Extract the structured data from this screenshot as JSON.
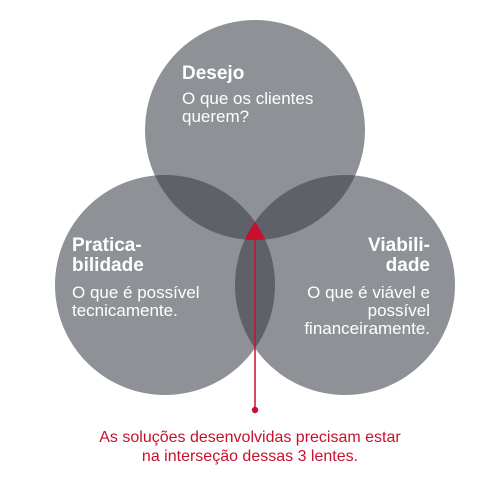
{
  "colors": {
    "circle": "#8e9196",
    "overlap": "#5e6167",
    "center": "#c8102e",
    "caption": "#c8102e",
    "text": "#ffffff"
  },
  "lenses": {
    "desejo": {
      "title": "Desejo",
      "description_lines": [
        "O que os clientes",
        "querem?"
      ]
    },
    "praticabilidade": {
      "title_lines": [
        "Pratica-",
        "bilidade"
      ],
      "description_lines": [
        "O que é possível",
        "tecnicamente."
      ]
    },
    "viabilidade": {
      "title_lines": [
        "Viabili-",
        "dade"
      ],
      "description_lines": [
        "O que é viável e",
        "possível",
        "financeiramente."
      ]
    }
  },
  "caption_lines": [
    "As soluções desenvolvidas precisam estar",
    "na interseção dessas 3 lentes."
  ]
}
